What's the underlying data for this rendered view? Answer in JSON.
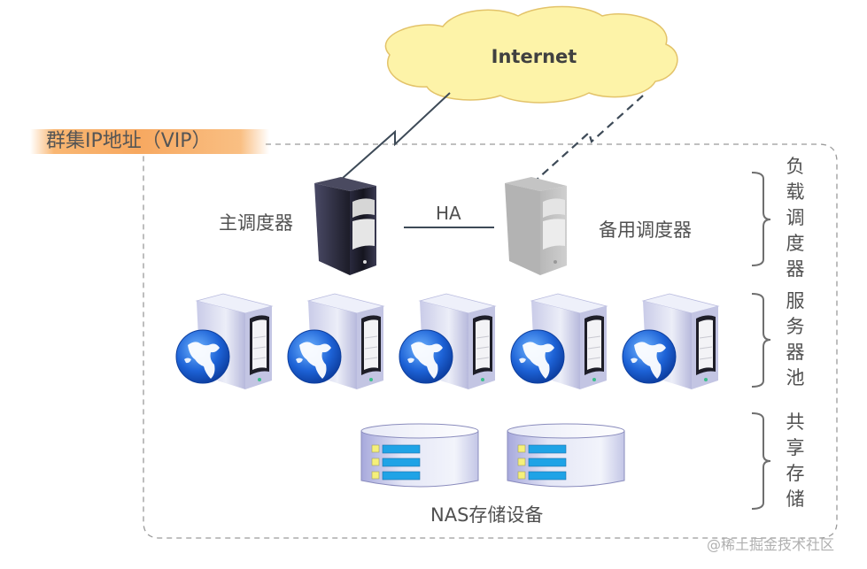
{
  "diagram": {
    "internet": {
      "label": "Internet",
      "color": "#fdf3a8",
      "border": "#e8c56a"
    },
    "vip_label": "群集IP地址（VIP）",
    "primary_scheduler": {
      "label": "主调度器",
      "link_to_internet": "solid"
    },
    "backup_scheduler": {
      "label": "备用调度器",
      "link_to_internet": "dashed"
    },
    "ha_link": {
      "label": "HA"
    },
    "server_pool": {
      "count": 5,
      "icon": "web-server-globe-icon"
    },
    "storage": {
      "label": "NAS存储设备",
      "count": 2,
      "icon": "nas-disk-icon"
    },
    "layers": [
      {
        "chars": [
          "负",
          "载",
          "调",
          "度",
          "器"
        ],
        "name": "负载调度器"
      },
      {
        "chars": [
          "服",
          "务",
          "器",
          "池"
        ],
        "name": "服务器池"
      },
      {
        "chars": [
          "共",
          "享",
          "存",
          "储"
        ],
        "name": "共享存储"
      }
    ],
    "watermark": "@稀土掘金技术社区"
  }
}
